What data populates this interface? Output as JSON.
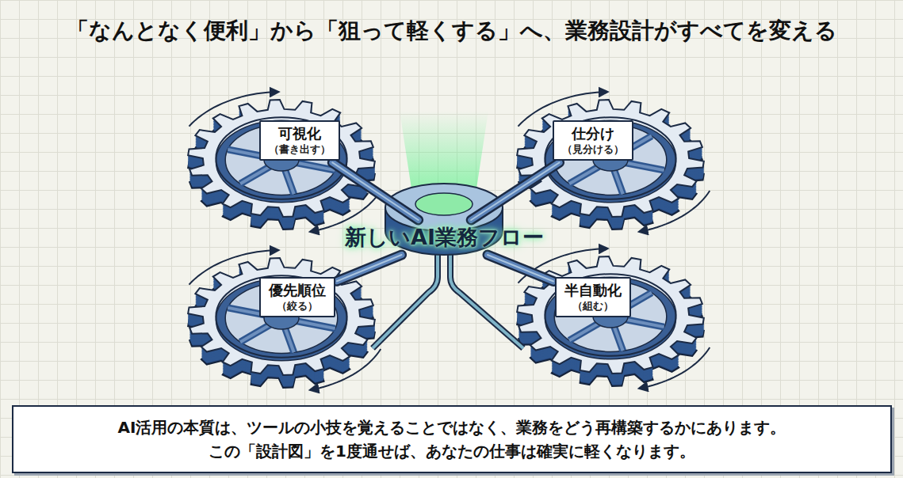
{
  "diagram": {
    "title": "「なんとなく便利」から「狙って軽くする」へ、業務設計がすべてを変える",
    "nodes": [
      {
        "text": [
          "可視化",
          "（書き出す）"
        ]
      },
      {
        "text": [
          "仕分け",
          "（見分ける）"
        ]
      },
      {
        "text": [
          "新しいAI業務フロー"
        ]
      },
      {
        "text": [
          "優先順位",
          "（絞る）"
        ]
      },
      {
        "text": [
          "半自動化",
          "（組む）"
        ]
      },
      {
        "text": [
          "AI活用の本質は、ツールの小技を覚えることではなく、業務をどう再構築するかにあります。",
          "この「設計図」を1度通せば、あなたの仕事は確実に軽くなります。"
        ]
      }
    ],
    "edges": [
      {
        "from": 2,
        "to": 0,
        "arrow": "none"
      },
      {
        "from": 2,
        "to": 1,
        "arrow": "none"
      },
      {
        "from": 2,
        "to": 3,
        "arrow": "none"
      },
      {
        "from": 2,
        "to": 4,
        "arrow": "none"
      }
    ]
  }
}
